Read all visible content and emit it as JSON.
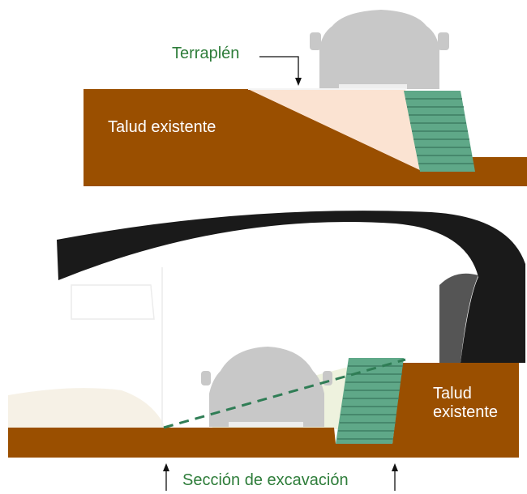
{
  "diagram": {
    "top_panel": {
      "fill_label": "Terraplén",
      "slope_label": "Talud existente"
    },
    "bottom_panel": {
      "slope_label_line1": "Talud",
      "slope_label_line2": "existente",
      "section_label": "Sección de excavación"
    },
    "colors": {
      "soil": "#9a4f00",
      "fill": "#fbe3d2",
      "retaining_wall": "#5fa888",
      "car": "#c8c8c8",
      "arch": "#1a1a1a",
      "label_green": "#2e7d3a",
      "label_white": "#ffffff"
    }
  }
}
